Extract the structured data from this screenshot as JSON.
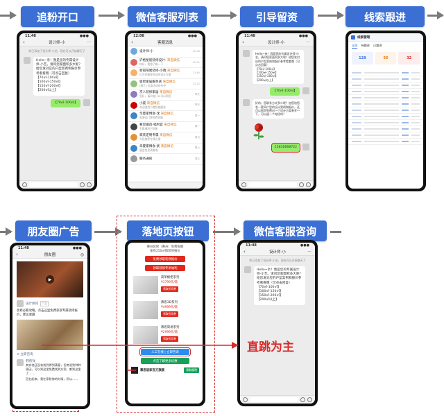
{
  "steps": {
    "s1": "追粉开口",
    "s2": "微信客服列表",
    "s3": "引导留资",
    "s4": "线索跟进",
    "s5": "朋友圈广告",
    "s6": "落地页按钮",
    "s7": "微信客服咨询"
  },
  "note": "直跳为主",
  "chat": {
    "time": "11:48",
    "title": "设计师-小",
    "sys_tip": "你已添加了设计师-小艺，现在可以开始聊天了",
    "greeting": "Hello~亲！我是您的专属设计师-小艺。请问您家面积多大呢？给您发对应的户型案例和报价参考看看哦（可点击回复）\n【70㎡-100㎡】\n【100㎡-150㎡】\n【150㎡-200㎡】\n【200㎡以上】",
    "reply": "【70㎡-100㎡】"
  },
  "list": {
    "time": "12:08",
    "title": "客服消息",
    "rows": [
      {
        "name": "设计师-小",
        "tag": "",
        "sub": "",
        "time": "12:06",
        "color": "#6fa8dc"
      },
      {
        "name": "沪格星宸装修设计-",
        "tag": "来自微信",
        "sub": "你好，我想了解一下",
        "time": "12:01",
        "color": "#e06666"
      },
      {
        "name": "新知阳寓装修-小雨",
        "tag": "来自微信",
        "sub": "已为你推荐合适的设计方案",
        "time": "11:40",
        "color": "#f6b26b"
      },
      {
        "name": "极智家居服务店",
        "tag": "来自微信",
        "sub": "[图片] 优惠活动进行中",
        "time": "11:22",
        "color": "#93c47d"
      },
      {
        "name": "京人装修家居",
        "tag": "来自微信",
        "sub": "您好，请问有什么可以帮您",
        "time": "昨天",
        "color": "#8e7cc3"
      },
      {
        "name": "小度",
        "tag": "来自微信",
        "sub": "欢迎使用小度智能服务",
        "time": "昨天",
        "color": "#cc0000"
      },
      {
        "name": "华夏家博会-沈",
        "tag": "来自微信",
        "sub": "家博会门票免费领取",
        "time": "周一",
        "color": "#3d85c6"
      },
      {
        "name": "慕思寝具-福利官",
        "tag": "来自微信",
        "sub": "专属福利已到账",
        "time": "周一",
        "color": "#444444"
      },
      {
        "name": "家装定制专属",
        "tag": "来自微信",
        "sub": "为您推荐专属方案",
        "time": "周日",
        "color": "#e69138"
      },
      {
        "name": "华夏家博会-武",
        "tag": "来自微信",
        "sub": "展会信息请查收",
        "time": "周六",
        "color": "#3d85c6"
      },
      {
        "name": "服务通知",
        "tag": "",
        "sub": "",
        "time": "周五",
        "color": "#999999"
      }
    ]
  },
  "lead": {
    "reply": "【70㎡-100㎡】",
    "ask": "好的，您联系方式多少呢？加您给您发一套同户型的设计案例和报价，还可以帮您免费出一个设计方案参考一下，可以留一个电话吗？",
    "phone": "15816668722"
  },
  "crm": {
    "app": "线索管理",
    "tabs": [
      "全部",
      "待跟进",
      "已跟进"
    ],
    "stats": [
      "128",
      "56",
      "32"
    ]
  },
  "moments": {
    "time": "11:48",
    "title": "朋友圈",
    "poster": "设计顾问",
    "tag": "广告",
    "text": "装修必看攻略，点击这里免费获取专属装修报价，建议收藏",
    "cta": "立即咨询",
    "poster2": "韩燕祥",
    "text2": "其实他还没有找到得到满意，但考虑到种种原因，可以到这里免费找到方案，都到这里了……",
    "text3": "回忆起来，我在家装修的时候，所以……"
  },
  "landing": {
    "header": "惠州装修（惠州）免费限额",
    "header2": "家有250㎡和装修报价",
    "btn1": "免费领取装修报价",
    "btn2": "领取装修专享福利",
    "products": [
      {
        "name": "简单橱柜系列",
        "price": "¥3799元/套",
        "cta": "领取折扣券"
      },
      {
        "name": "慕思3D系列",
        "price": "¥4999元/套",
        "cta": "领取折扣券"
      },
      {
        "name": "慕思简易系列",
        "price": "¥2999元/套",
        "cta": "领取折扣券"
      }
    ],
    "btn_cs": "人工在线 | 立即咨询",
    "btn_more": "点击了解更多优惠",
    "shop": "慕思居家官方旗舰",
    "shop_cta": "领取福利"
  },
  "cs": {
    "time": "11:48",
    "title": "设计师-小",
    "sys_tip": "你已添加了设计师-小艺，现在可以开始聊天了",
    "greeting": "Hello~亲！我是您的专属设计师-小艺。请问您家面积多大呢？给您发对应的户型案例和报价参考看看哦（可点击回复）\n【70㎡-100㎡】\n【100㎡-150㎡】\n【150㎡-200㎡】\n【200㎡以上】"
  }
}
